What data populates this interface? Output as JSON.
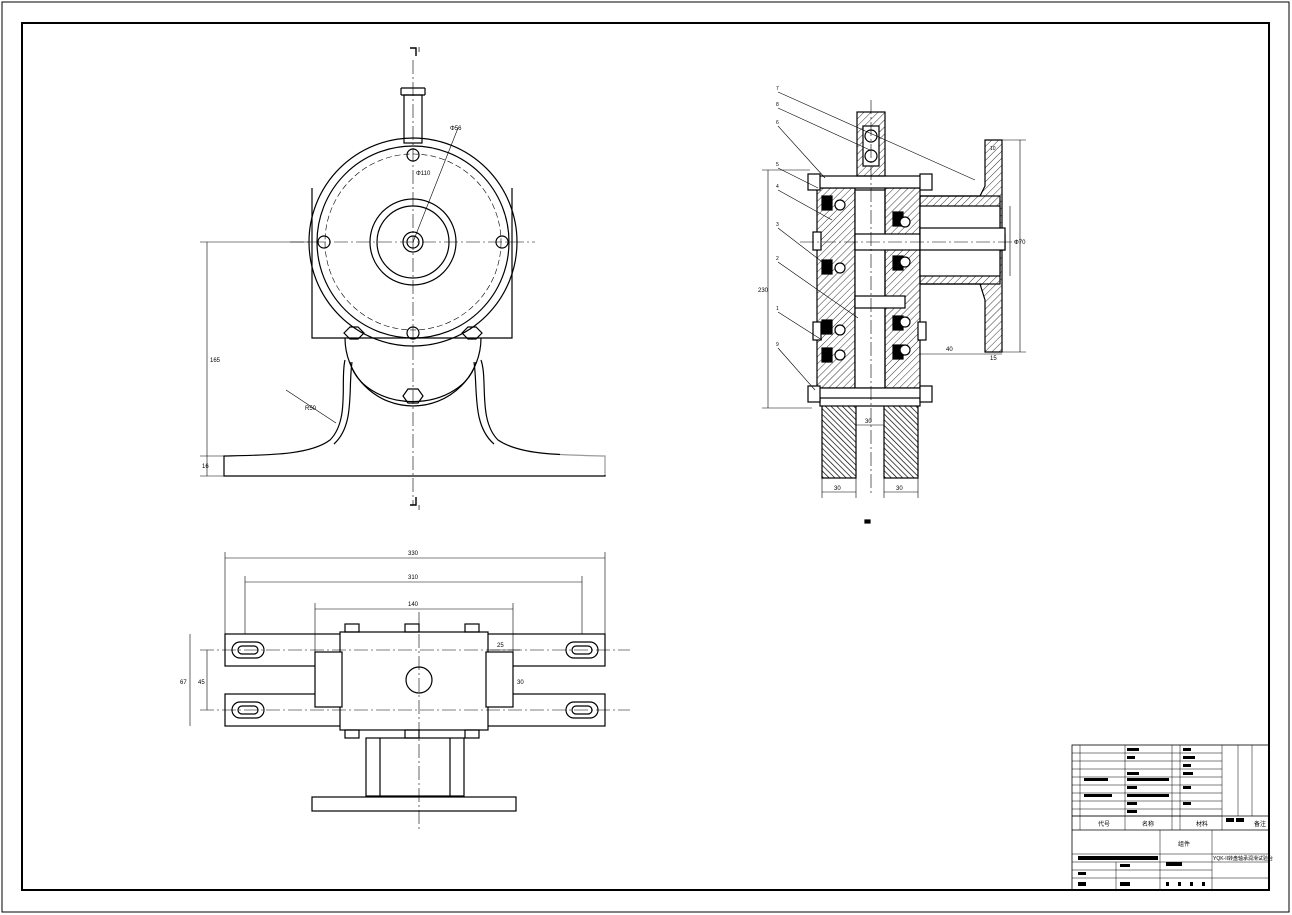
{
  "drawing": {
    "section_marks": [
      "Ⅰ",
      "Ⅰ"
    ],
    "front_view": {
      "dims": {
        "height": "165",
        "base_thk": "16",
        "bolt_circle": "Φ110",
        "bore": "Φ56",
        "radius": "R50"
      }
    },
    "section_view": {
      "part_numbers": [
        "7",
        "8",
        "6",
        "5",
        "4",
        "3",
        "2",
        "1",
        "9",
        "10"
      ],
      "dims": {
        "height": "230",
        "flange_dia": "Φ70",
        "hub_len": "40",
        "flange_thk": "15",
        "gap": "30",
        "wheel1": "30",
        "wheel2": "30"
      }
    },
    "top_view": {
      "dims": {
        "overall": "330",
        "inner": "310",
        "body": "140",
        "side": "25",
        "depth1": "67",
        "depth2": "45",
        "depth3": "30"
      }
    }
  },
  "title_block": {
    "col_code": "代号",
    "col_name": "名称",
    "col_material": "材料",
    "col_remark": "备注",
    "assembly_label": "组件",
    "drawing_title": "YQK-II转盘轴承润滑试验台"
  }
}
